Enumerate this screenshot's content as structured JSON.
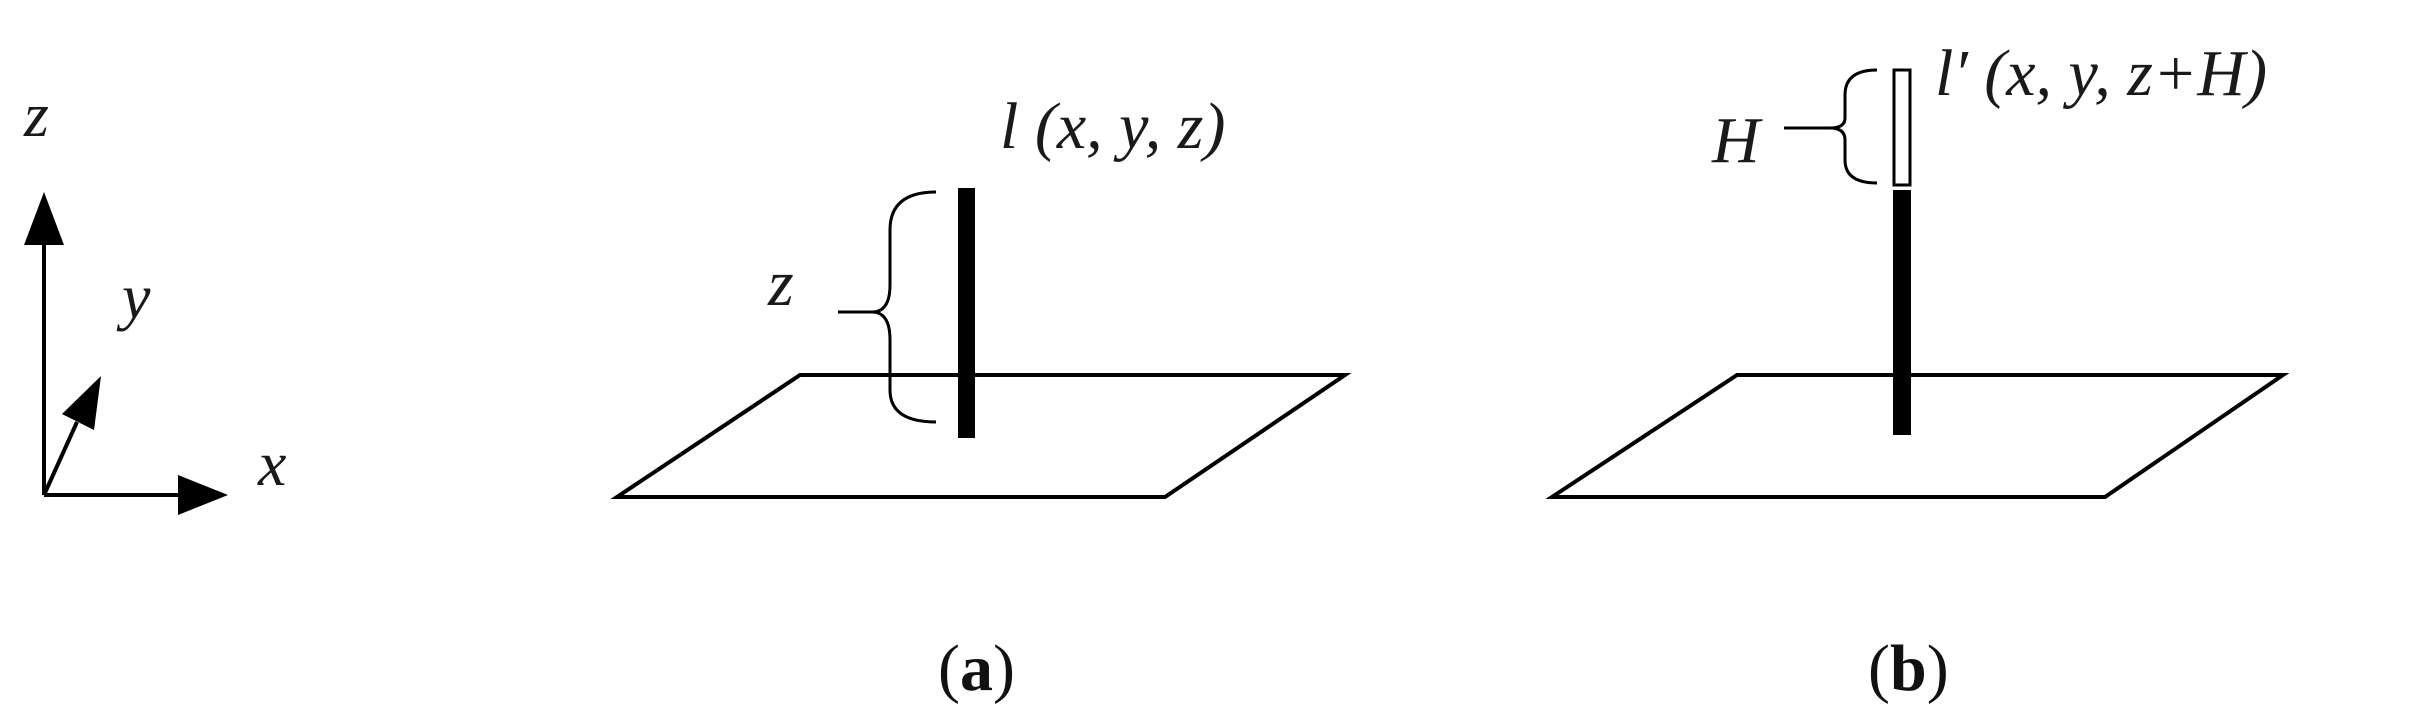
{
  "axes": {
    "x_label": "x",
    "y_label": "y",
    "z_label": "z"
  },
  "panel_a": {
    "caption_open": "(",
    "caption_letter": "a",
    "caption_close": ")",
    "brace_label": "z",
    "point_label": "l (x, y, z)"
  },
  "panel_b": {
    "caption_open": "(",
    "caption_letter": "b",
    "caption_close": ")",
    "brace_label": "H",
    "point_label": "l′ (x, y, z+H)"
  },
  "colors": {
    "ink": "#000000",
    "text": "#1a1a1a",
    "background": "#ffffff"
  }
}
